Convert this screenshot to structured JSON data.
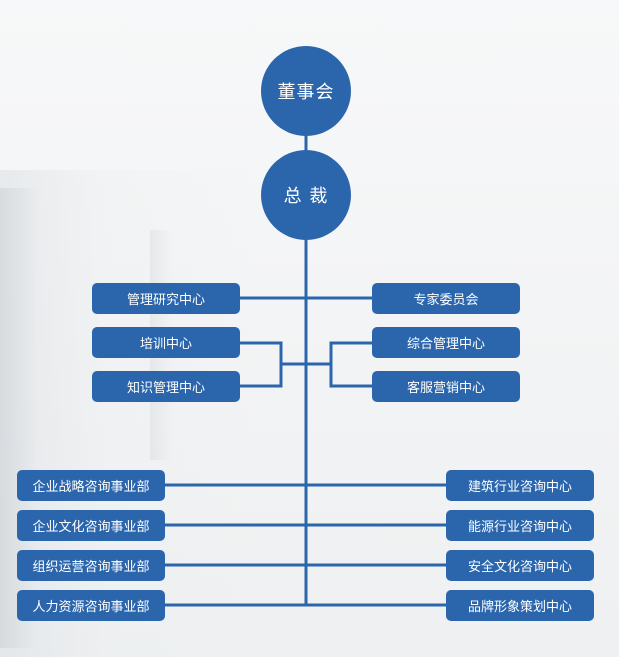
{
  "top_nodes": {
    "board": "董事会",
    "ceo": "总 裁"
  },
  "centers_left": [
    "管理研究中心",
    "培训中心",
    "知识管理中心"
  ],
  "centers_right": [
    "专家委员会",
    "综合管理中心",
    "客服营销中心"
  ],
  "departments_left": [
    "企业战略咨询事业部",
    "企业文化咨询事业部",
    "组织运营咨询事业部",
    "人力资源咨询事业部"
  ],
  "departments_right": [
    "建筑行业咨询中心",
    "能源行业咨询中心",
    "安全文化咨询中心",
    "品牌形象策划中心"
  ],
  "colors": {
    "node": "#2b66ad",
    "line": "#2b66ad",
    "text": "#ffffff"
  }
}
